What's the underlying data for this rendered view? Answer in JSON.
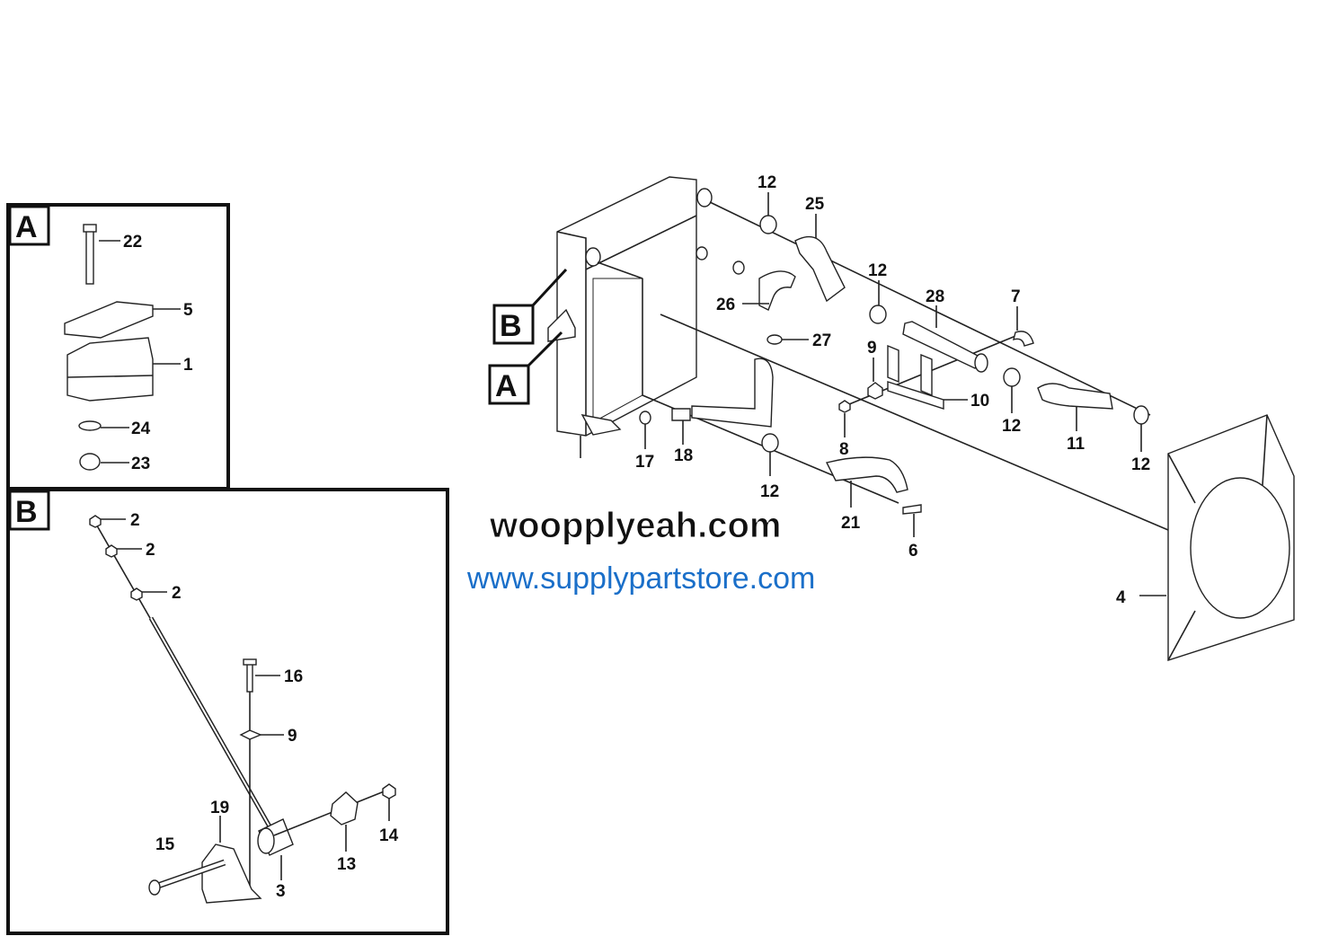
{
  "insets": [
    {
      "letter": "A"
    },
    {
      "letter": "B"
    }
  ],
  "callouts": {
    "main": [
      {
        "n": "12",
        "id": "clamp-top"
      },
      {
        "n": "25"
      },
      {
        "n": "12",
        "id": "clamp-mid"
      },
      {
        "n": "28"
      },
      {
        "n": "7"
      },
      {
        "n": "26"
      },
      {
        "n": "27"
      },
      {
        "n": "9"
      },
      {
        "n": "10"
      },
      {
        "n": "12",
        "id": "clamp-right1"
      },
      {
        "n": "11"
      },
      {
        "n": "12",
        "id": "clamp-right2"
      },
      {
        "n": "8"
      },
      {
        "n": "17"
      },
      {
        "n": "18"
      },
      {
        "n": "12",
        "id": "clamp-low"
      },
      {
        "n": "21"
      },
      {
        "n": "6"
      },
      {
        "n": "4"
      }
    ],
    "inset_a": [
      {
        "n": "22"
      },
      {
        "n": "5"
      },
      {
        "n": "1"
      },
      {
        "n": "24"
      },
      {
        "n": "23"
      }
    ],
    "inset_b": [
      {
        "n": "2"
      },
      {
        "n": "2"
      },
      {
        "n": "2"
      },
      {
        "n": "16"
      },
      {
        "n": "9"
      },
      {
        "n": "19"
      },
      {
        "n": "15"
      },
      {
        "n": "3"
      },
      {
        "n": "13"
      },
      {
        "n": "14"
      }
    ]
  },
  "detail_markers": [
    {
      "letter": "B"
    },
    {
      "letter": "A"
    }
  ],
  "watermarks": {
    "dark": "woopplyeah.com",
    "blue": "www.supplypartstore.com"
  },
  "colors": {
    "watermark_blue": "#1a6fc9",
    "line": "#222222"
  }
}
